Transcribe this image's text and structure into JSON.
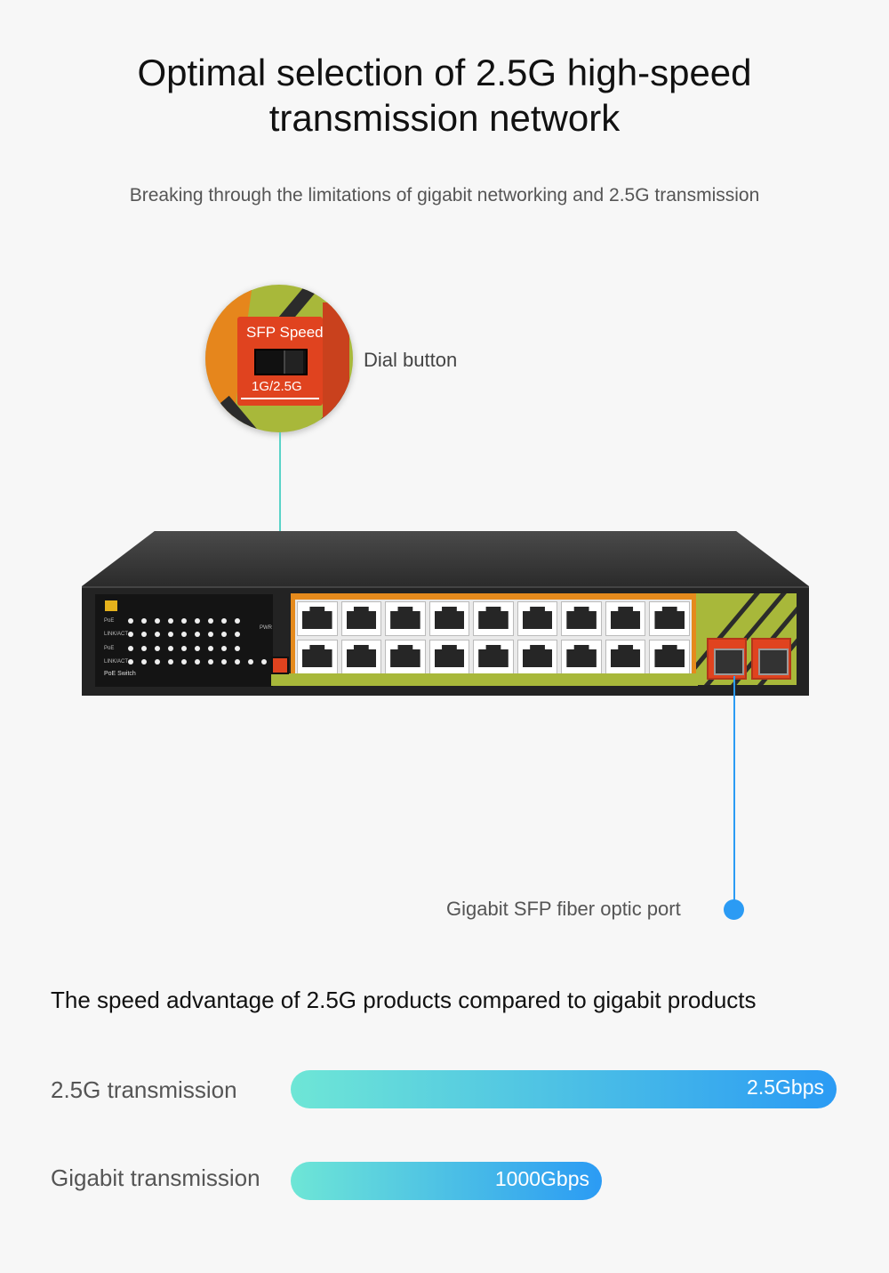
{
  "header": {
    "title_line1": "Optimal selection of 2.5G high-speed",
    "title_line2": "transmission network",
    "subtitle": "Breaking through the limitations of gigabit networking and 2.5G transmission"
  },
  "callouts": {
    "zoom_label_top": "SFP Speed",
    "zoom_label_bottom": "1G/2.5G",
    "dial_button": "Dial button",
    "sfp_port": "Gigabit SFP fiber optic port"
  },
  "device": {
    "model_label": "PoE Switch",
    "led_labels": [
      "PoE",
      "LINK/ACT",
      "PoE",
      "LINK/ACT",
      "PWR"
    ],
    "colors": {
      "orange": "#e58a1c",
      "red": "#e0431f",
      "green": "#a8b83a",
      "body": "#232323"
    }
  },
  "comparison": {
    "title": "The speed advantage of 2.5G products compared to gigabit products",
    "rows": [
      {
        "label": "2.5G transmission",
        "value": "2.5Gbps",
        "fill_fraction": 1.0
      },
      {
        "label": "Gigabit transmission",
        "value": "1000Gbps",
        "fill_fraction": 0.57
      }
    ],
    "bar_gradient": [
      "#6ee6d6",
      "#2b9bf4"
    ]
  }
}
